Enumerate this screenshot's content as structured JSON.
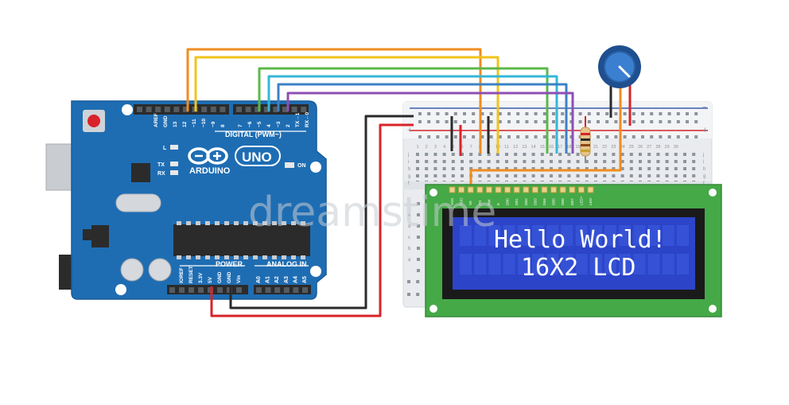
{
  "arduino": {
    "brand": "ARDUINO",
    "model": "UNO",
    "digital_header_label": "DIGITAL (PWM~)",
    "power_header_label": "POWER",
    "analog_header_label": "ANALOG IN",
    "on_label": "ON",
    "l_label": "L",
    "tx_label": "TX",
    "rx_label": "RX",
    "digital_pins": [
      "AREF",
      "GND",
      "13",
      "12",
      "~11",
      "~10",
      "~9",
      "8",
      "7",
      "~6",
      "~5",
      "4",
      "~3",
      "2",
      "TX→1",
      "RX←0"
    ],
    "power_pins": [
      "IOREF",
      "RESET",
      "3.3V",
      "5V",
      "GND",
      "GND",
      "Vin"
    ],
    "analog_pins": [
      "A0",
      "A1",
      "A2",
      "A3",
      "A4",
      "A5"
    ]
  },
  "lcd": {
    "line1": "Hello World!",
    "line2": "16X2 LCD",
    "pin_labels": [
      "VSS",
      "VDD",
      "V0",
      "RS",
      "RW",
      "E",
      "DB0",
      "DB1",
      "DB2",
      "DB3",
      "DB4",
      "DB5",
      "DB6",
      "DB7",
      "LED+",
      "LED-"
    ]
  },
  "breadboard": {
    "column_numbers": [
      "1",
      "2",
      "3",
      "4",
      "5",
      "6",
      "7",
      "8",
      "9",
      "10",
      "11",
      "12",
      "13",
      "14",
      "15",
      "16",
      "17",
      "18",
      "19",
      "20",
      "21",
      "22",
      "23",
      "24",
      "25",
      "26",
      "27",
      "28",
      "29",
      "30"
    ],
    "row_letters_top": [
      "j",
      "i",
      "h",
      "g",
      "f"
    ],
    "row_letters_bottom": [
      "e",
      "d",
      "c",
      "b",
      "a"
    ],
    "rail_plus": "+",
    "rail_minus": "−"
  },
  "wire_colors": {
    "orange": "#f08c1e",
    "yellow": "#f2c31b",
    "green": "#5cb84a",
    "cyan": "#35b7d8",
    "blue": "#3b82c4",
    "purple": "#8e4fb5",
    "red": "#d8232a",
    "black": "#2a2a2a"
  },
  "watermark": "dreamstime"
}
